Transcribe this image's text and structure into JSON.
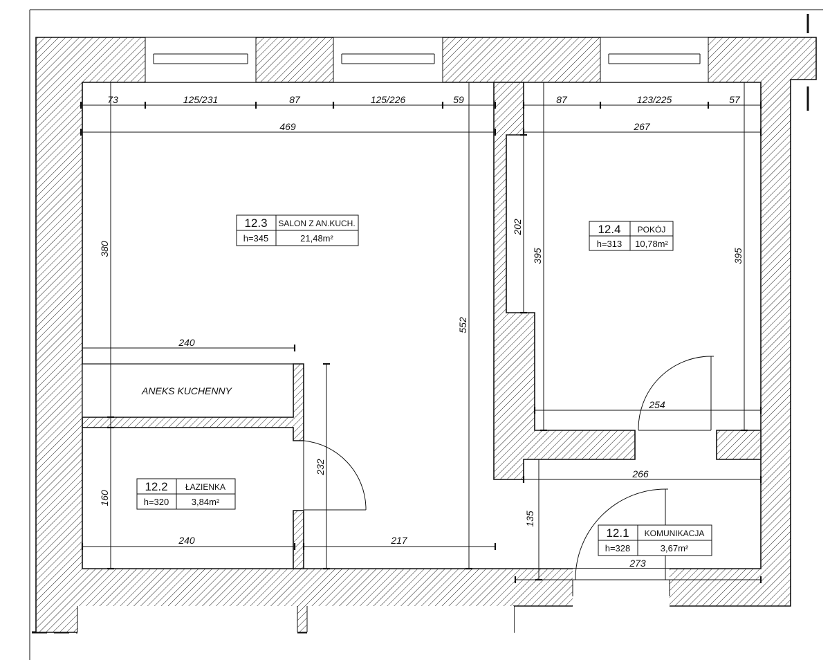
{
  "dimensions": {
    "top_segments_left": [
      "73",
      "125/231",
      "87",
      "125/226",
      "59"
    ],
    "top_segments_right": [
      "87",
      "123/225",
      "57"
    ],
    "width_salon": "469",
    "width_pokoj": "267",
    "height_salon": "380",
    "depth_salon": "552",
    "niche_height": "202",
    "height_pokoj_left": "395",
    "height_pokoj_right": "395",
    "width_aneks": "240",
    "width_lazienka": "240",
    "width_passage": "217",
    "height_lazienka": "160",
    "hall_length": "232",
    "width_pokoj_bottom": "254",
    "width_komunikacja": "266",
    "height_komunikacja": "135",
    "width_komunikacja_bottom": "273"
  },
  "kitchen_label": "ANEKS KUCHENNY",
  "rooms": [
    {
      "number": "12.3",
      "name": "SALON Z AN.KUCH.",
      "height": "h=345",
      "area": "21,48m²"
    },
    {
      "number": "12.4",
      "name": "POKÓJ",
      "height": "h=313",
      "area": "10,78m²"
    },
    {
      "number": "12.2",
      "name": "ŁAZIENKA",
      "height": "h=320",
      "area": "3,84m²"
    },
    {
      "number": "12.1",
      "name": "KOMUNIKACJA",
      "height": "h=328",
      "area": "3,67m²"
    }
  ]
}
